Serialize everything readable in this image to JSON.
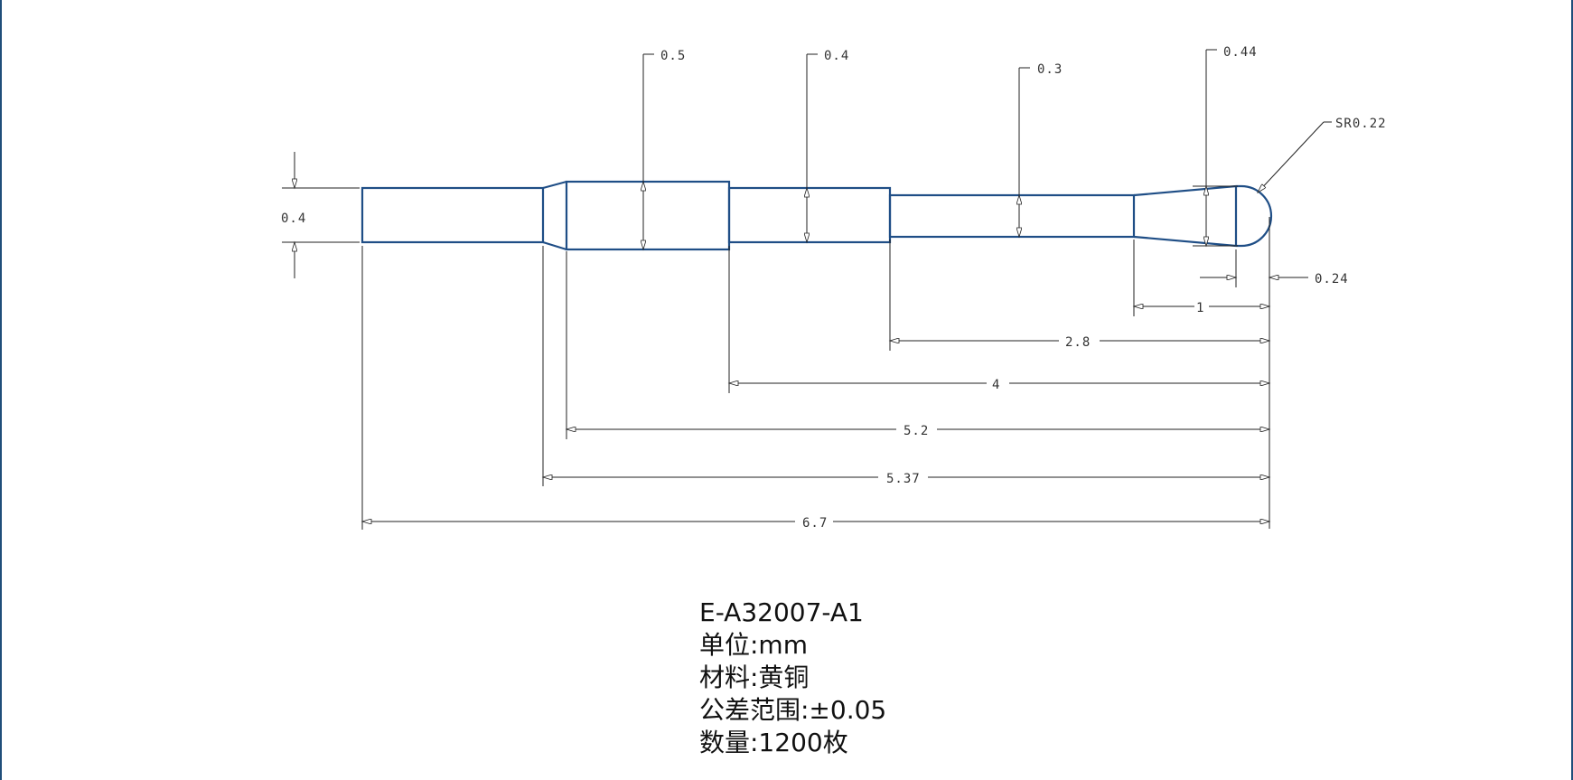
{
  "dimensions": {
    "dia_0_4_left": "0.4",
    "dia_0_5": "0.5",
    "dia_0_4": "0.4",
    "dia_0_3": "0.3",
    "dia_0_44": "0.44",
    "radius_sr": "SR0.22",
    "len_0_24": "0.24",
    "len_1": "1",
    "len_2_8": "2.8",
    "len_4": "4",
    "len_5_2": "5.2",
    "len_5_37": "5.37",
    "len_6_7": "6.7"
  },
  "notes": {
    "part_number": "E-A32007-A1",
    "unit": "单位:mm",
    "material": "材料:黄铜",
    "tolerance": "公差范围:±0.05",
    "quantity": "数量:1200枚"
  }
}
